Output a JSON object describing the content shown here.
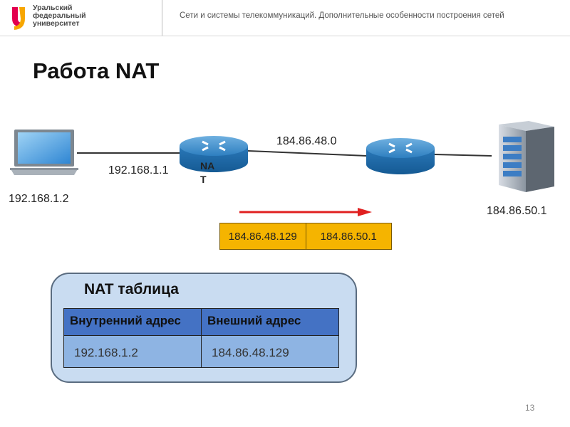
{
  "header": {
    "logo_lines": [
      "Уральский",
      "федеральный",
      "университет"
    ],
    "caption": "Сети и системы телекоммуникаций. Дополнительные особенности построения сетей"
  },
  "slide": {
    "title": "Работа NAT",
    "page_number": "13"
  },
  "network": {
    "laptop_ip": "192.168.1.2",
    "router_inner_ip": "192.168.1.1",
    "nat_label": "NAT",
    "wan_network": "184.86.48.0",
    "server_ip": "184.86.50.1",
    "icons": [
      "laptop-icon",
      "router-icon",
      "server-icon"
    ]
  },
  "packet": {
    "source": "184.86.48.129",
    "destination": "184.86.50.1",
    "arrow_color": "#e02020",
    "box_color": "#f5b400"
  },
  "nat_table": {
    "title": "NAT таблица",
    "headers": [
      "Внутренний адрес",
      "Внешний адрес"
    ],
    "rows": [
      [
        "192.168.1.2",
        "184.86.48.129"
      ]
    ]
  },
  "colors": {
    "panel_bg": "#c9dcf1",
    "table_header": "#4472c4",
    "table_row": "#8eb4e3",
    "logo_accent": "#e3004f"
  }
}
